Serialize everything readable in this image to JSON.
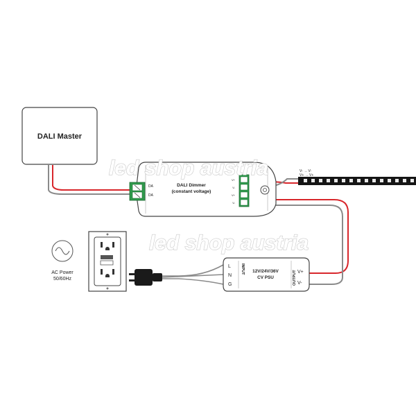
{
  "watermark": {
    "text_top": "led shop austria",
    "text_mid": "led shop austria"
  },
  "dali_master": {
    "label": "DALI Master"
  },
  "dimmer": {
    "title_line1": "DALI Dimmer",
    "title_line2": "(constant voltage)",
    "da_label_1": "DA",
    "da_label_2": "DA",
    "out_label_1": "V+",
    "out_label_2": "V-",
    "out_label_3": "V+",
    "out_label_4": "V-"
  },
  "led_strip": {
    "pin_top": "V- → V-",
    "pin_bottom": "V+ → V+"
  },
  "ac_power": {
    "line1": "AC Power",
    "line2": "50/60Hz"
  },
  "psu": {
    "line1": "12V/24V/36V",
    "line2": "CV PSU",
    "input_label": "INPUT",
    "output_label": "OUTPUT",
    "in_l": "L",
    "in_n": "N",
    "in_g": "G",
    "out_pos": "V+",
    "out_neg": "V-"
  },
  "colors": {
    "wire_red": "#d8262b",
    "wire_grey": "#8a8a8a",
    "terminal_green": "#2f9a4c",
    "device_stroke": "#444444",
    "strip_black": "#151515"
  }
}
